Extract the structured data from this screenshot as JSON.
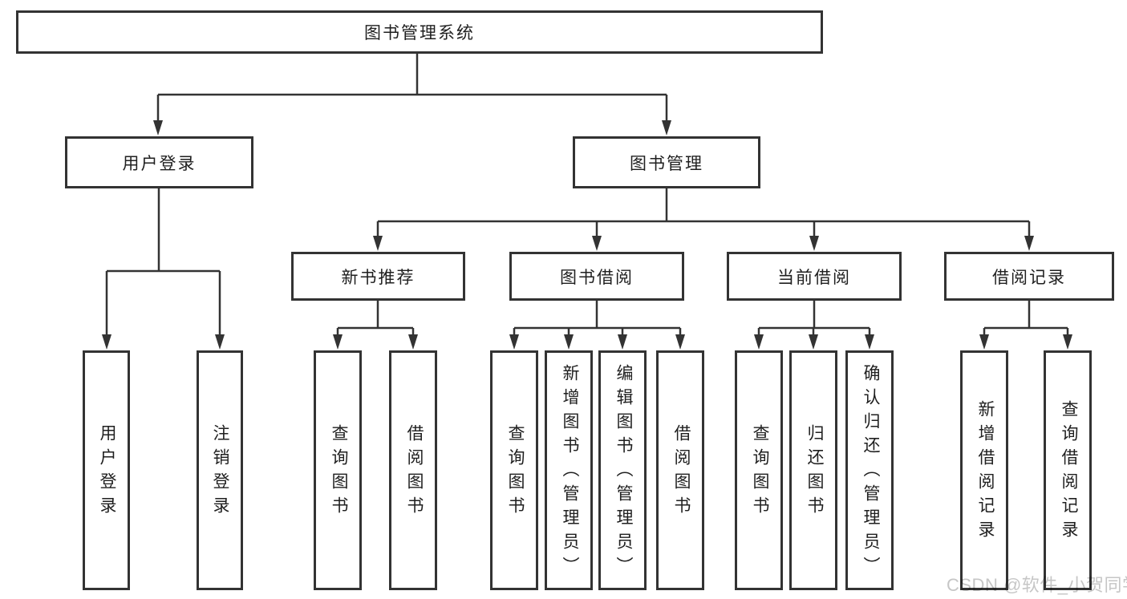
{
  "diagram_title": "图书管理系统",
  "tree": {
    "label": "图书管理系统",
    "children": [
      {
        "label": "用户登录",
        "children": [
          {
            "label": "用户登录"
          },
          {
            "label": "注销登录"
          }
        ]
      },
      {
        "label": "图书管理",
        "children": [
          {
            "label": "新书推荐",
            "children": [
              {
                "label": "查询图书"
              },
              {
                "label": "借阅图书"
              }
            ]
          },
          {
            "label": "图书借阅",
            "children": [
              {
                "label": "查询图书"
              },
              {
                "label": "新增图书（管理员）"
              },
              {
                "label": "编辑图书（管理员）"
              },
              {
                "label": "借阅图书"
              }
            ]
          },
          {
            "label": "当前借阅",
            "children": [
              {
                "label": "查询图书"
              },
              {
                "label": "归还图书"
              },
              {
                "label": "确认归还（管理员）"
              }
            ]
          },
          {
            "label": "借阅记录",
            "children": [
              {
                "label": "新增借阅记录"
              },
              {
                "label": "查询借阅记录"
              }
            ]
          }
        ]
      }
    ]
  },
  "watermark": {
    "text": "CSDN @软件_小贺同学"
  },
  "colors": {
    "line": "#333333",
    "box_border": "#333333",
    "text": "#1f1f1f",
    "watermark": "#c6c6c6",
    "background": "#ffffff"
  }
}
